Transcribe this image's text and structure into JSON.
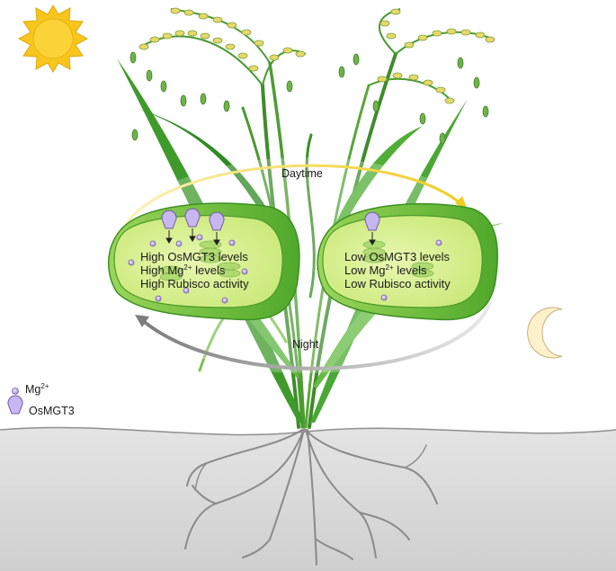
{
  "arcs": {
    "day_label": "Daytime",
    "night_label": "Night"
  },
  "day_cell": {
    "line1": "High OsMGT3 levels",
    "line2_prefix": "High Mg",
    "line2_sup": "2+",
    "line2_suffix": " levels",
    "line3": "High Rubisco activity"
  },
  "night_cell": {
    "line1": "Low OsMGT3 levels",
    "line2_prefix": "Low Mg",
    "line2_sup": "2+",
    "line2_suffix": " levels",
    "line3": "Low Rubisco activity"
  },
  "legend": {
    "ion_prefix": "Mg",
    "ion_sup": "2+",
    "transporter_label": "OsMGT3"
  },
  "colors": {
    "sun": "#f7c51c",
    "moon": "#fdf1cc",
    "soil": "#d6d6d6",
    "chloroplast_inner": "#d7f08c",
    "chloroplast_outer": "#7cc63a",
    "day_arrow": "#f2d84a",
    "night_arrow": "#9a9a9a",
    "mg_ion": "#b9a6e4",
    "osmgt3": "#c7b7f1"
  }
}
